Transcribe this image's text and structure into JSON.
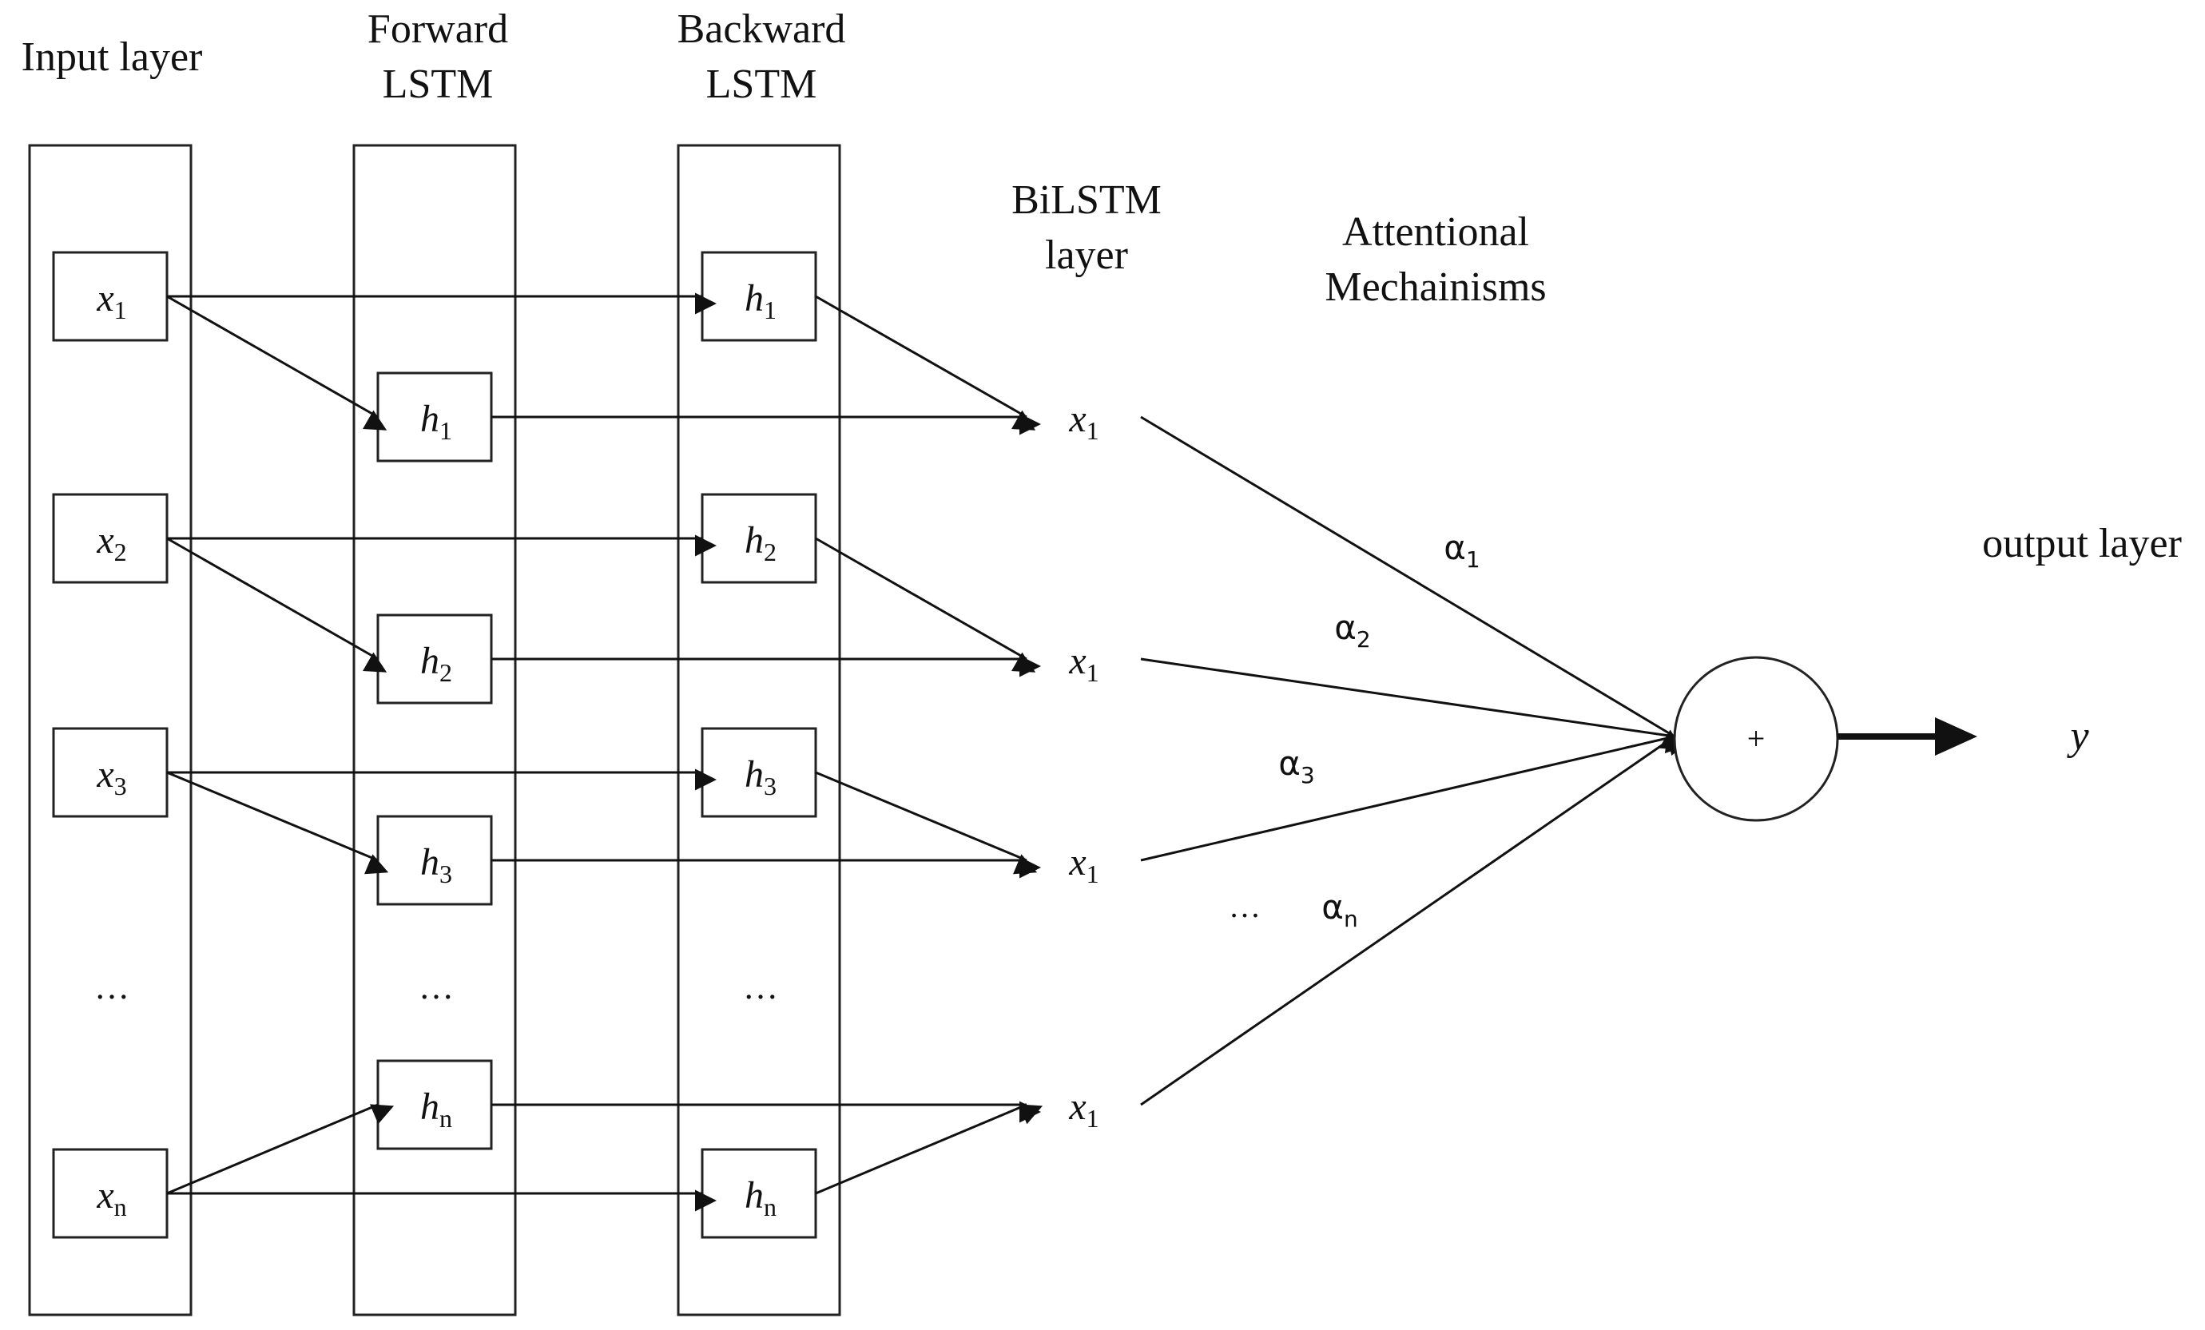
{
  "headers": {
    "input": "Input layer",
    "forward": [
      "Forward",
      "LSTM"
    ],
    "backward": [
      "Backward",
      "LSTM"
    ],
    "bilstm": [
      "BiLSTM",
      "layer"
    ],
    "attention": [
      "Attentional",
      "Mechainisms"
    ],
    "output": "output layer"
  },
  "input_nodes": [
    {
      "base": "x",
      "sub": "1"
    },
    {
      "base": "x",
      "sub": "2"
    },
    {
      "base": "x",
      "sub": "3"
    },
    {
      "base": "x",
      "sub": "n"
    }
  ],
  "forward_nodes": [
    {
      "base": "h",
      "sub": "1"
    },
    {
      "base": "h",
      "sub": "2"
    },
    {
      "base": "h",
      "sub": "3"
    },
    {
      "base": "h",
      "sub": "n"
    }
  ],
  "backward_nodes": [
    {
      "base": "h",
      "sub": "1"
    },
    {
      "base": "h",
      "sub": "2"
    },
    {
      "base": "h",
      "sub": "3"
    },
    {
      "base": "h",
      "sub": "n"
    }
  ],
  "bilstm_nodes": [
    {
      "base": "x",
      "sub": "1"
    },
    {
      "base": "x",
      "sub": "1"
    },
    {
      "base": "x",
      "sub": "1"
    },
    {
      "base": "x",
      "sub": "1"
    }
  ],
  "weights": [
    {
      "base": "α",
      "sub": "1"
    },
    {
      "base": "α",
      "sub": "2"
    },
    {
      "base": "α",
      "sub": "3"
    },
    {
      "base": "α",
      "sub": "n"
    }
  ],
  "ellipsis": "…",
  "sum_symbol": "+",
  "output_symbol": "y"
}
